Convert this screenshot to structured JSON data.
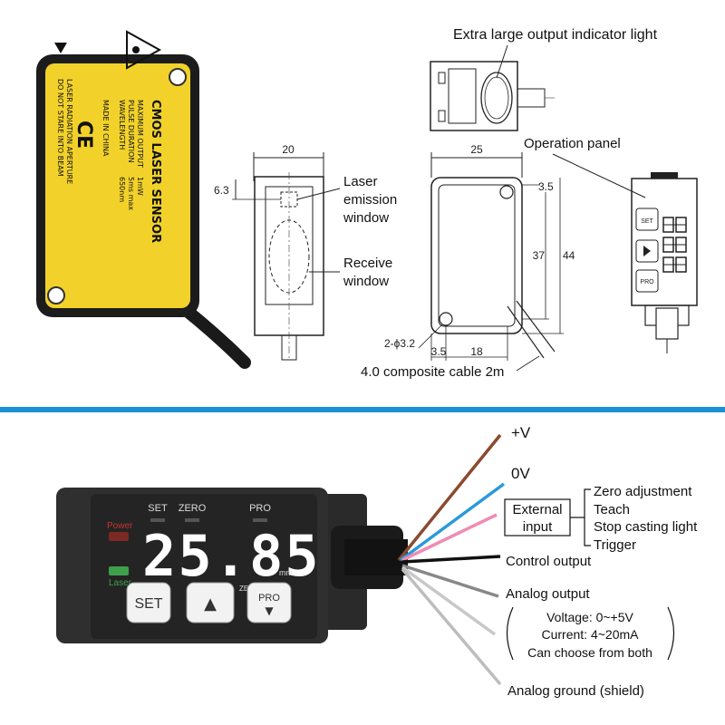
{
  "label_sensor": {
    "title": "CMOS LASER SENSOR",
    "spec1_name": "MAXIMUM OUTPUT",
    "spec1_value": "1mW",
    "spec2_name": "PULSE DURATION",
    "spec2_value": "5ms max",
    "spec3_name": "WAVELENGTH",
    "spec3_value": "650nm",
    "made_in": "MADE IN CHINA",
    "ce_mark": "CE",
    "warning1": "LASER RADIATION APERTURE",
    "warning2": "DO NOT STARE INTO BEAM"
  },
  "front_view": {
    "dim_width": "20",
    "dim_offset": "6.3",
    "laser_window_line1": "Laser",
    "laser_window_line2": "emission",
    "laser_window_line3": "window",
    "receive_window_line1": "Receive",
    "receive_window_line2": "window"
  },
  "top_view": {
    "indicator_label": "Extra large output indicator light"
  },
  "side_view": {
    "dim_width": "25",
    "dim_hole_offset": "3.5",
    "dim_inner_height": "37",
    "dim_total_height": "44",
    "dim_hole": "2-ϕ3.2",
    "dim_bottom_offset": "3.5",
    "dim_bottom_length": "18",
    "cable_label": "4.0 composite cable 2m"
  },
  "panel_view": {
    "label": "Operation panel"
  },
  "device": {
    "set_label": "SET",
    "zero_label": "ZERO",
    "pro_label": "PRO",
    "power_label": "Power",
    "laser_label": "Laser",
    "display_value": "25.85",
    "unit": "mm",
    "set_button": "SET",
    "up_button": "▲",
    "zero_small": "ZERO",
    "pro_button": "PRO",
    "pro_arrow": "▼"
  },
  "wiring": {
    "plus_v": "+V",
    "zero_v": "0V",
    "external_input_line1": "External",
    "external_input_line2": "input",
    "ext_items": [
      "Zero adjustment",
      "Teach",
      "Stop casting light",
      "Trigger"
    ],
    "control_output": "Control output",
    "analog_output": "Analog output",
    "analog_details": [
      "Voltage: 0~+5V",
      "Current: 4~20mA",
      "Can choose from both"
    ],
    "analog_ground": "Analog ground (shield)",
    "colors": {
      "brown": "#8b4a2f",
      "blue": "#2a9ad8",
      "pink": "#f08bb5",
      "black": "#111111",
      "gray": "#888888",
      "white_gray": "#c8c8c8",
      "light_gray": "#bdbdbd",
      "divider": "#1c8fd6",
      "label_yellow": "#f2d22a"
    }
  }
}
